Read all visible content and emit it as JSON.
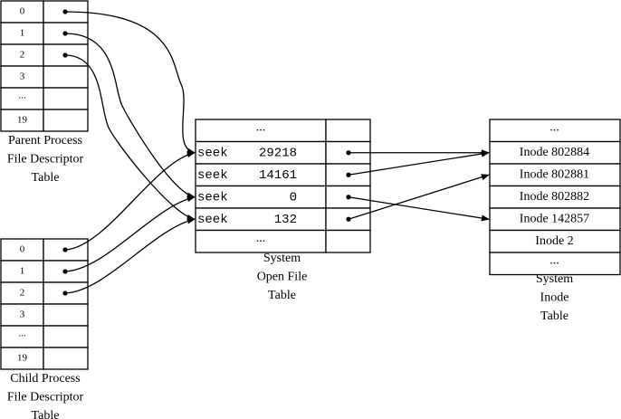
{
  "parent_table": {
    "rows": [
      "0",
      "1",
      "2",
      "3",
      "...",
      "19"
    ],
    "caption": [
      "Parent Process",
      "File Descriptor",
      "Table"
    ]
  },
  "child_table": {
    "rows": [
      "0",
      "1",
      "2",
      "3",
      "...",
      "19"
    ],
    "caption": [
      "Child Process",
      "File Descriptor",
      "Table"
    ]
  },
  "open_file_table": {
    "rows": [
      {
        "label": "...",
        "offset": "",
        "has_pointer": false
      },
      {
        "label": "seek",
        "offset": "29218",
        "has_pointer": true
      },
      {
        "label": "seek",
        "offset": "14161",
        "has_pointer": true
      },
      {
        "label": "seek",
        "offset": "0",
        "has_pointer": true
      },
      {
        "label": "seek",
        "offset": "132",
        "has_pointer": true
      },
      {
        "label": "...",
        "offset": "",
        "has_pointer": false
      }
    ],
    "caption": [
      "System",
      "Open File",
      "Table"
    ]
  },
  "inode_table": {
    "rows": [
      "...",
      "Inode 802884",
      "Inode 802881",
      "Inode 802882",
      "Inode 142857",
      "Inode 2",
      "..."
    ],
    "caption": [
      "System",
      "Inode",
      "Table"
    ]
  },
  "links": {
    "parent_to_open": [
      [
        0,
        1
      ],
      [
        1,
        3
      ],
      [
        2,
        4
      ]
    ],
    "child_to_open": [
      [
        0,
        1
      ],
      [
        1,
        3
      ],
      [
        2,
        4
      ]
    ],
    "open_to_inode": [
      [
        1,
        1
      ],
      [
        2,
        1
      ],
      [
        3,
        4
      ],
      [
        4,
        2
      ]
    ]
  }
}
